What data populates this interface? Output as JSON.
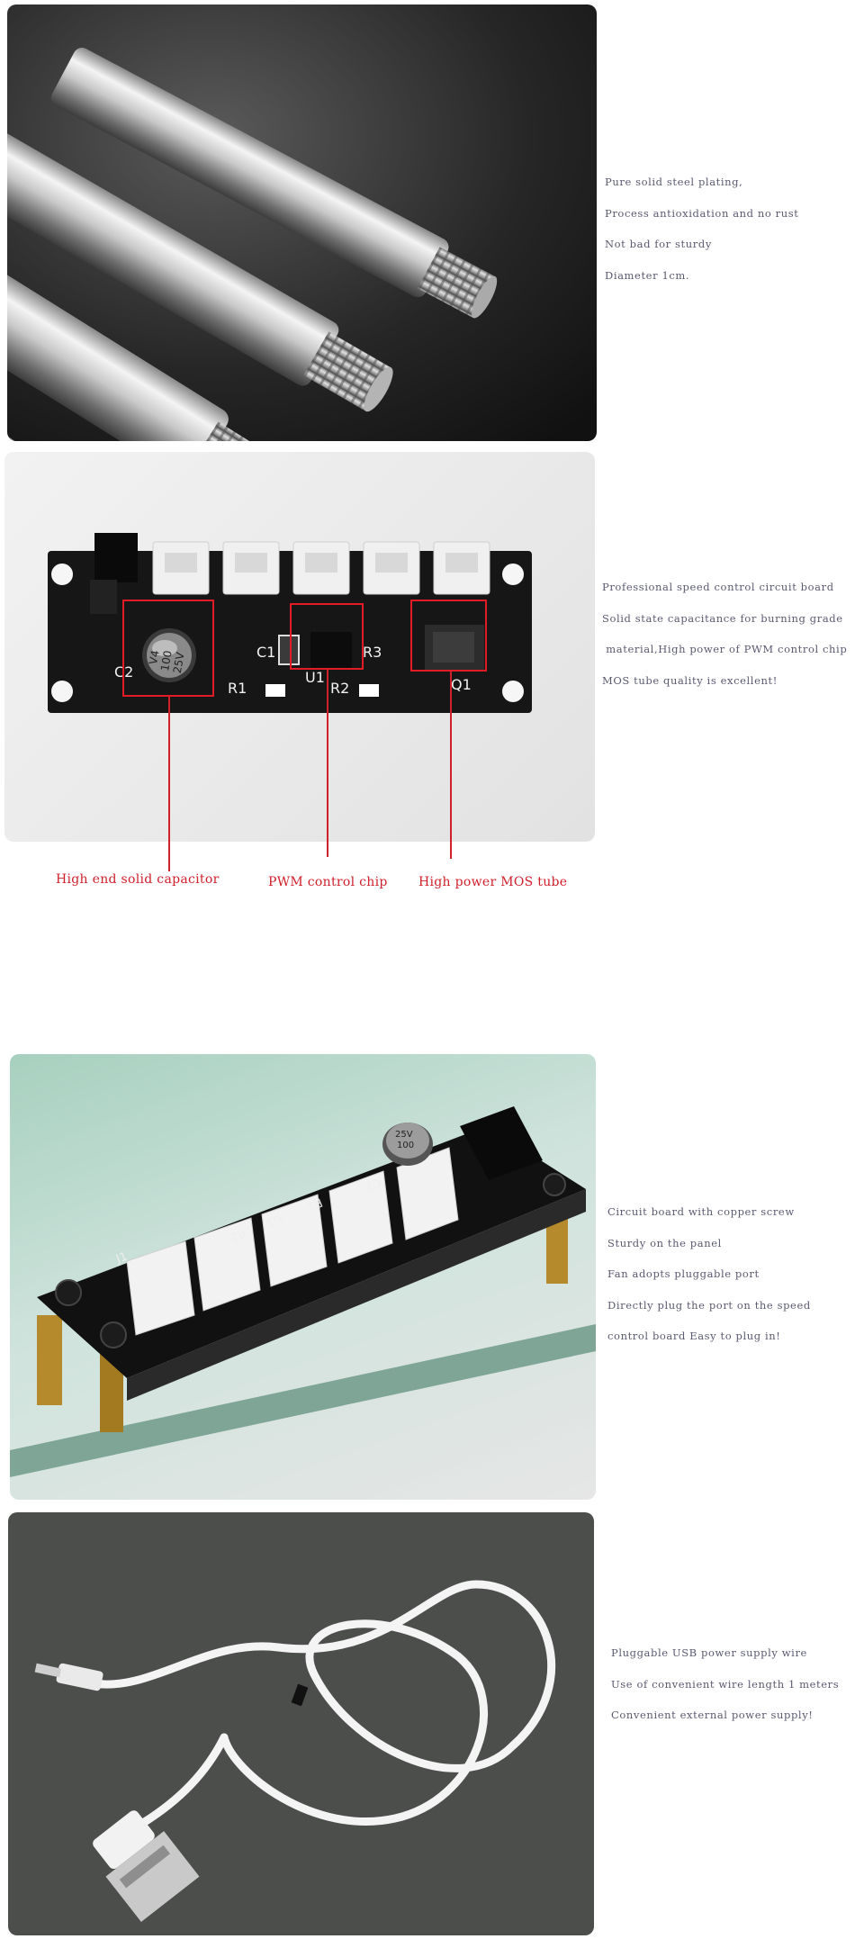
{
  "section1": {
    "lines": [
      "Pure solid steel plating,",
      "Process antioxidation and no rust",
      "Not bad for sturdy",
      "Diameter 1cm."
    ]
  },
  "section2": {
    "lines": [
      "Professional speed control circuit board",
      "Solid state capacitance for burning grade",
      " material,High power of PWM control chip",
      "MOS tube quality is excellent!"
    ],
    "pcb_labels": [
      "C2",
      "C1",
      "R1",
      "U1",
      "R2",
      "R3",
      "Q1"
    ],
    "capacitor_marking": [
      "V4",
      "100",
      "25V"
    ],
    "callouts": {
      "capacitor": "High end solid capacitor",
      "chip": "PWM control chip",
      "mos": "High power MOS tube"
    }
  },
  "section3": {
    "lines": [
      "Circuit board with copper screw",
      "Sturdy on the panel",
      "Fan adopts pluggable port",
      "Directly plug the port on the speed",
      "control board Easy to plug in!"
    ],
    "pcb_labels": [
      "R1",
      "U1",
      "R2",
      "J1"
    ],
    "capacitor_marking": [
      "25V",
      "100",
      "C2"
    ]
  },
  "section4": {
    "lines": [
      "Pluggable USB power supply wire",
      "Use of convenient wire length 1 meters",
      "Convenient external power supply!"
    ]
  },
  "colors": {
    "callout_red": "#d0202c",
    "description_text": "#5a5a70"
  }
}
